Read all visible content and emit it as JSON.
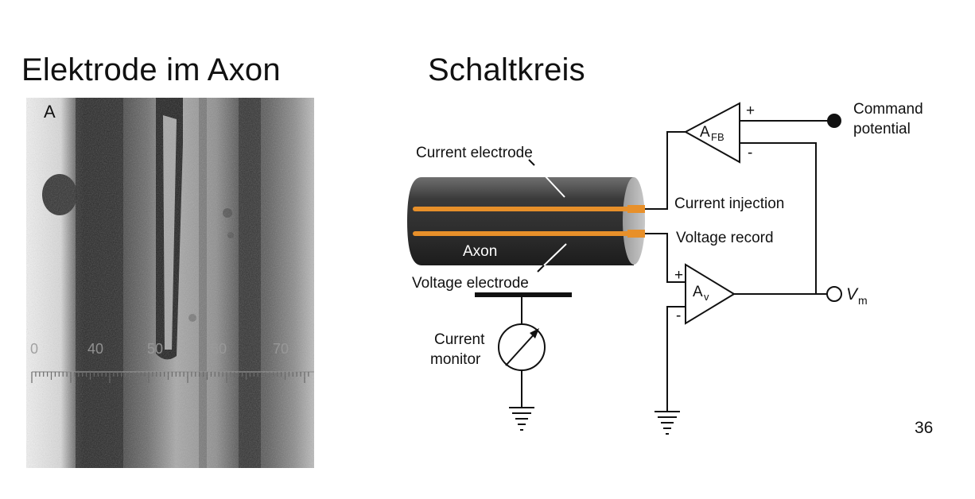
{
  "slide": {
    "title_left": "Elektrode im Axon",
    "title_right": "Schaltkreis",
    "page_number": "36"
  },
  "photo": {
    "panel_letter": "A",
    "scale_numbers": [
      "0",
      "40",
      "50",
      "60",
      "70"
    ]
  },
  "circuit": {
    "current_electrode": "Current electrode",
    "voltage_electrode": "Voltage electrode",
    "axon": "Axon",
    "current_injection": "Current injection",
    "voltage_record": "Voltage record",
    "command_potential_line1": "Command",
    "command_potential_line2": "potential",
    "current_monitor_line1": "Current",
    "current_monitor_line2": "monitor",
    "amp_fb_main": "A",
    "amp_fb_sub": "FB",
    "amp_v_main": "A",
    "amp_v_sub": "v",
    "vm_main": "V",
    "vm_sub": "m",
    "plus": "+",
    "minus": "-"
  },
  "colors": {
    "electrode_orange": "#e8902a",
    "axon_dark": "#2d2d2d"
  }
}
